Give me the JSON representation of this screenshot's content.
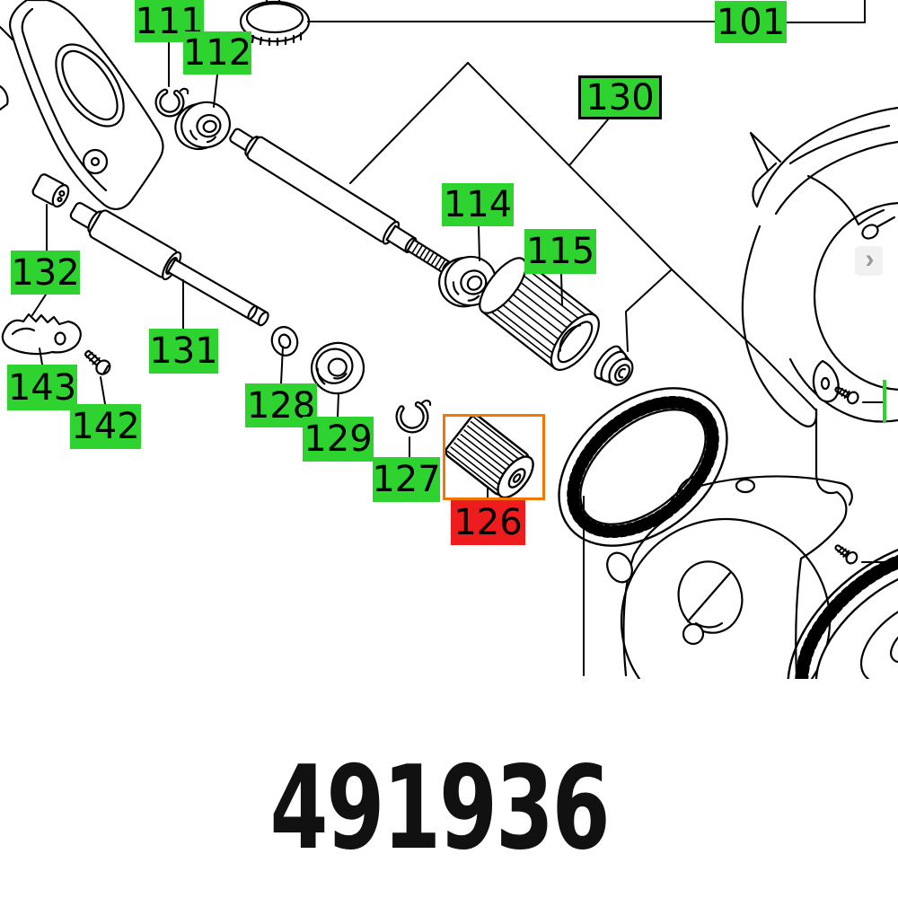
{
  "diagram": {
    "selected_part": "126",
    "labels": {
      "l101": {
        "text": "101"
      },
      "l111": {
        "text": "111"
      },
      "l112": {
        "text": "112"
      },
      "l114": {
        "text": "114"
      },
      "l115": {
        "text": "115"
      },
      "l126": {
        "text": "126"
      },
      "l127": {
        "text": "127"
      },
      "l128": {
        "text": "128"
      },
      "l129": {
        "text": "129"
      },
      "l130": {
        "text": "130"
      },
      "l131": {
        "text": "131"
      },
      "l132": {
        "text": "132"
      },
      "l142": {
        "text": "142"
      },
      "l143": {
        "text": "143"
      }
    },
    "colors": {
      "label_green": "#2fd32f",
      "label_red": "#ee1c1c",
      "highlight_orange": "#f07800",
      "line": "#000000"
    }
  },
  "nav": {
    "next_glyph": "›"
  },
  "footer": {
    "part_number": "491936"
  }
}
